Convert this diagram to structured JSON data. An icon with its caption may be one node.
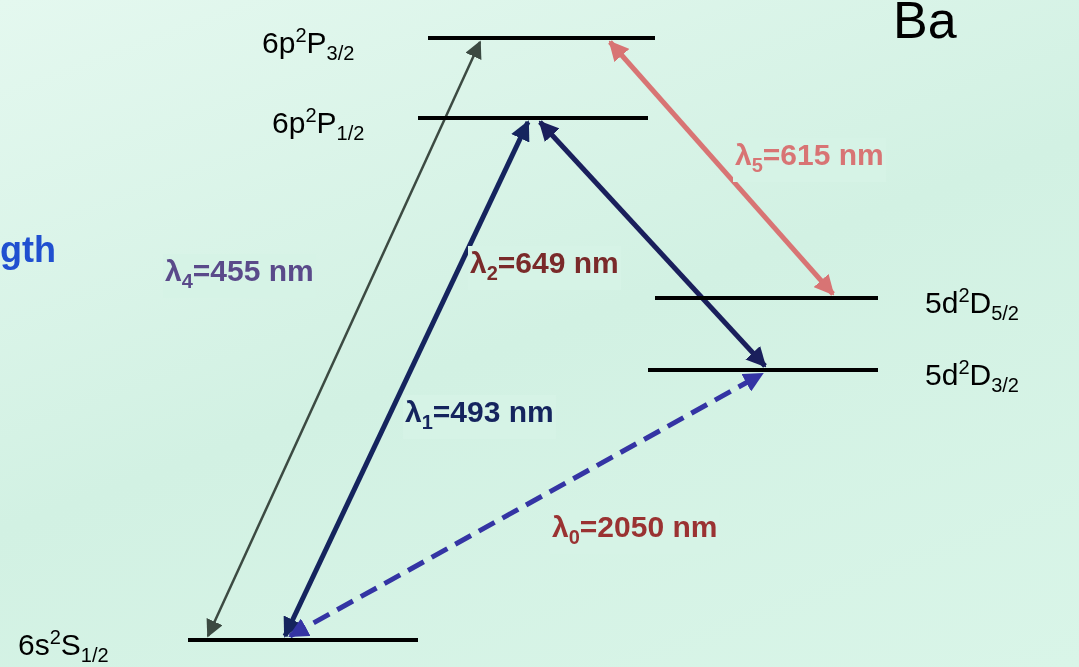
{
  "diagram": {
    "nodes": [
      {
        "text": [
          "6p$^{2}$P$_{3/2}$"
        ]
      },
      {
        "text": [
          "6p$^{2}$P$_{1/2}$"
        ]
      },
      {
        "text": [
          "5d$^{2}$D$_{5/2}$"
        ]
      },
      {
        "text": [
          "5d$^{2}$D$_{3/2}$"
        ]
      },
      {
        "text": [
          "6s$^{2}$S$_{1/2}$"
        ]
      }
    ],
    "edges": [
      {
        "from": 4,
        "to": 0,
        "arrow": "both",
        "label": "λ$_{4}$=455 nm",
        "color": "#3c4a42"
      },
      {
        "from": 4,
        "to": 1,
        "arrow": "both",
        "label": "λ$_{1}$=493 nm",
        "color": "#15245e"
      },
      {
        "from": 1,
        "to": 3,
        "arrow": "both",
        "label": "λ$_{2}$=649 nm",
        "color": "#1a1f5c"
      },
      {
        "from": 0,
        "to": 2,
        "arrow": "both",
        "label": "λ$_{5}$=615 nm",
        "color": "#d87474"
      },
      {
        "from": 4,
        "to": 3,
        "arrow": "both",
        "label": "λ$_{0}$=2050 nm",
        "style": "dashed",
        "color": "#3434a4"
      }
    ],
    "labels": [
      "Ba",
      "gth"
    ]
  }
}
